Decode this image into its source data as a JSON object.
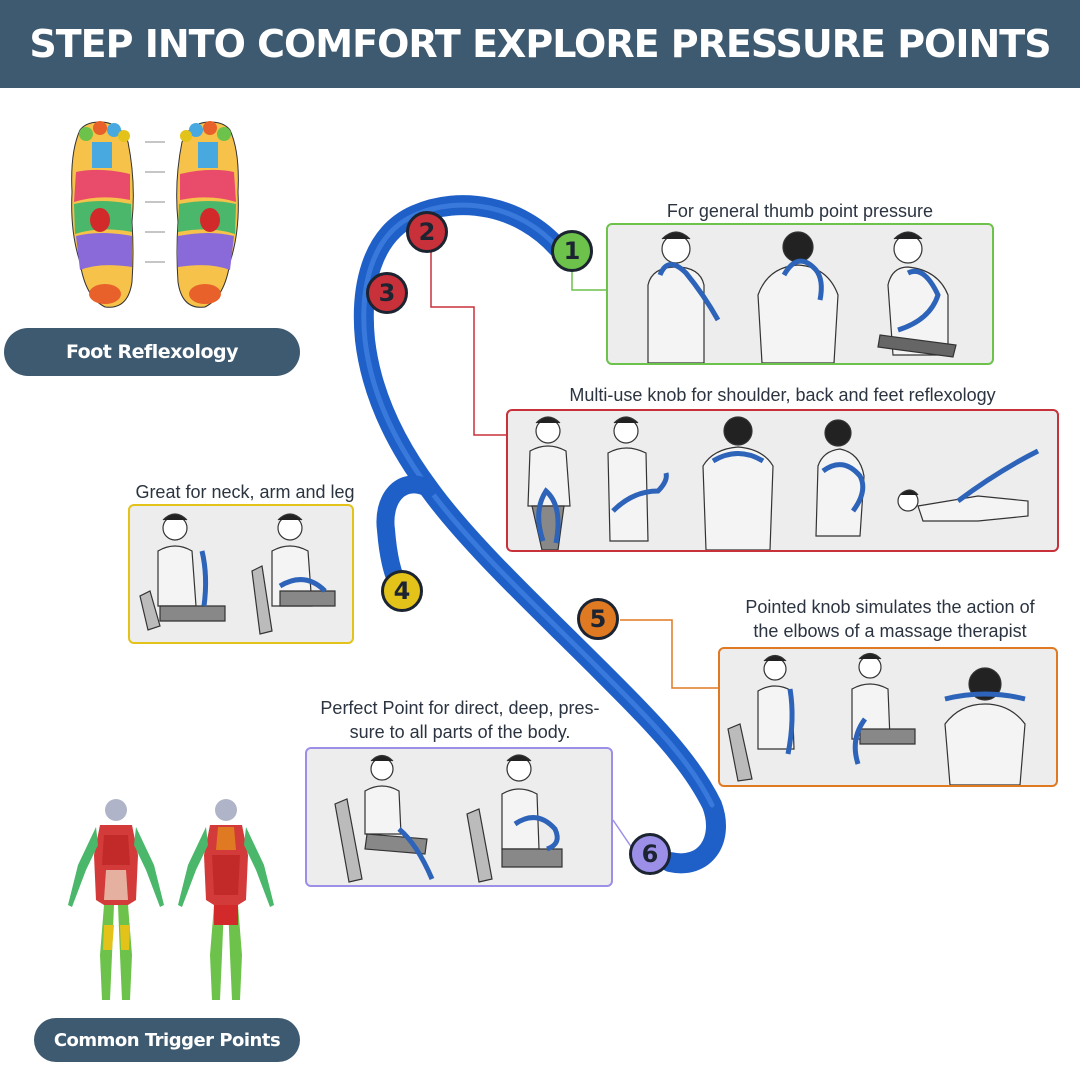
{
  "header": {
    "title": "STEP INTO COMFORT EXPLORE PRESSURE POINTS"
  },
  "sections": {
    "foot_reflexology_label": "Foot Reflexology",
    "trigger_points_label": "Common Trigger Points"
  },
  "features": [
    {
      "number": "1",
      "caption": "For general thumb point pressure",
      "color": "#6cc24a"
    },
    {
      "number": "2",
      "caption": "Multi-use knob for shoulder, back and feet reflexology",
      "color": "#c8303a"
    },
    {
      "number": "3",
      "caption": "",
      "color": "#c8303a"
    },
    {
      "number": "4",
      "caption": "Great for neck, arm and leg",
      "color": "#e3c21a"
    },
    {
      "number": "5",
      "caption_line1": "Pointed knob simulates the action of",
      "caption_line2": "the elbows of a massage therapist",
      "color": "#e07a22"
    },
    {
      "number": "6",
      "caption_line1": "Perfect Point for direct, deep, pres-",
      "caption_line2": "sure to all parts of the body.",
      "color": "#9b8fe8"
    }
  ],
  "colors": {
    "header": "#3e5a70",
    "cane": "#1f5fc8",
    "cane_light": "#4a8be8"
  }
}
